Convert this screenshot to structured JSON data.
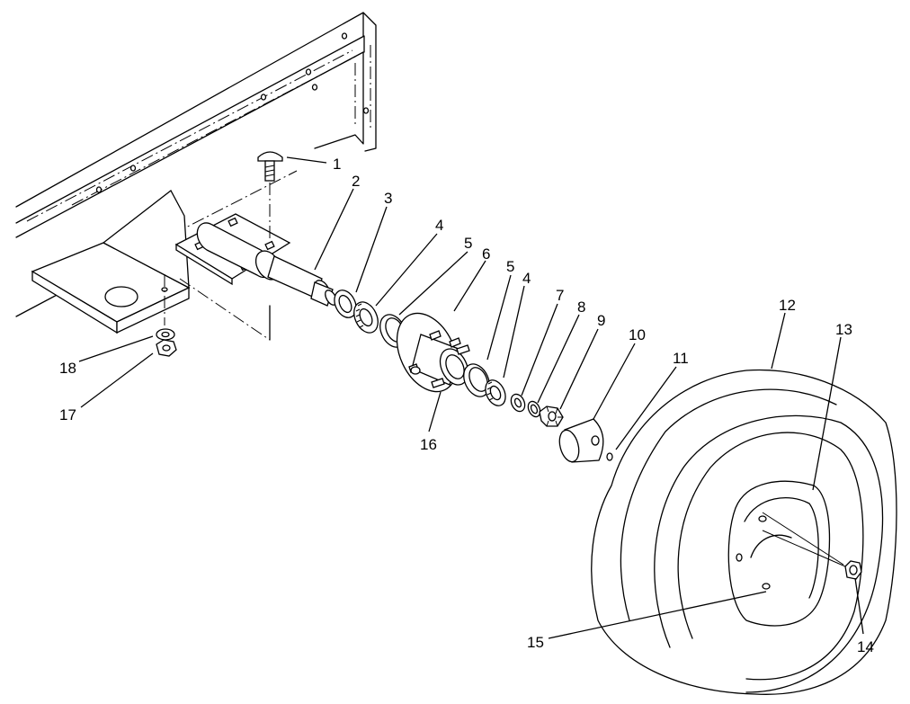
{
  "callouts": [
    {
      "id": "1",
      "label": "1"
    },
    {
      "id": "2",
      "label": "2"
    },
    {
      "id": "3",
      "label": "3"
    },
    {
      "id": "4a",
      "label": "4"
    },
    {
      "id": "5a",
      "label": "5"
    },
    {
      "id": "6",
      "label": "6"
    },
    {
      "id": "5b",
      "label": "5"
    },
    {
      "id": "4b",
      "label": "4"
    },
    {
      "id": "7",
      "label": "7"
    },
    {
      "id": "8",
      "label": "8"
    },
    {
      "id": "9",
      "label": "9"
    },
    {
      "id": "10",
      "label": "10"
    },
    {
      "id": "11",
      "label": "11"
    },
    {
      "id": "12",
      "label": "12"
    },
    {
      "id": "13",
      "label": "13"
    },
    {
      "id": "14",
      "label": "14"
    },
    {
      "id": "15",
      "label": "15"
    },
    {
      "id": "16",
      "label": "16"
    },
    {
      "id": "17",
      "label": "17"
    },
    {
      "id": "18",
      "label": "18"
    }
  ]
}
